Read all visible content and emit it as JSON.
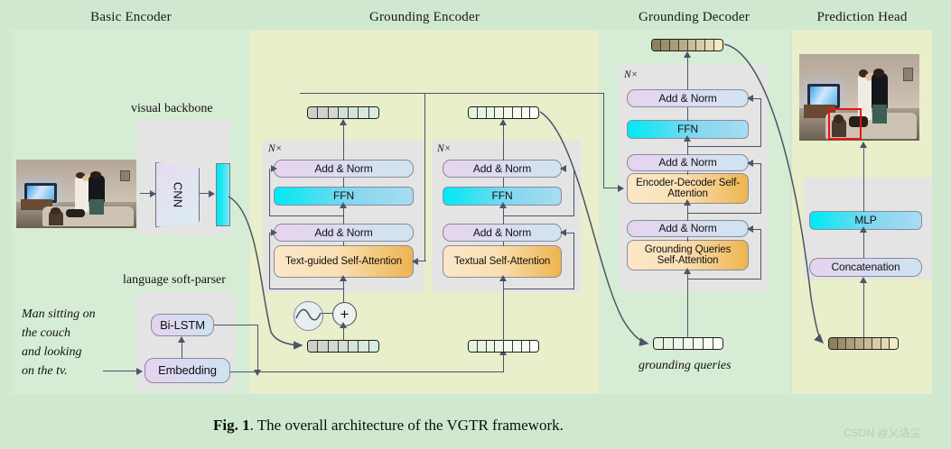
{
  "figure": {
    "caption_prefix": "Fig. 1",
    "caption_text": ". The overall architecture of the VGTR framework.",
    "watermark": "CSDN @乂洛尘",
    "background": "#cfe8cf"
  },
  "columns": [
    {
      "title": "Basic Encoder",
      "panel_color": "#d7ecd5"
    },
    {
      "title": "Grounding Encoder",
      "panel_color": "#e9eecb"
    },
    {
      "title": "Grounding Decoder",
      "panel_color": "#d7ecd5"
    },
    {
      "title": "Prediction Head",
      "panel_color": "#e9eecb"
    }
  ],
  "basic_encoder": {
    "visual_backbone_label": "visual backbone",
    "cnn_label": "CNN",
    "language_parser_label": "language soft-parser",
    "query_sentence": [
      "Man sitting  on",
      "the couch",
      "and looking",
      "on the tv."
    ],
    "bilstm_label": "Bi-LSTM",
    "embedding_label": "Embedding"
  },
  "grounding_encoder": {
    "repeat_label": "N×",
    "visual_stack": {
      "add_norm_top": "Add & Norm",
      "ffn": "FFN",
      "add_norm_bottom": "Add & Norm",
      "attention": "Text-guided Self-Attention"
    },
    "textual_stack": {
      "add_norm_top": "Add & Norm",
      "ffn": "FFN",
      "add_norm_bottom": "Add & Norm",
      "attention": "Textual Self-Attention"
    },
    "positional_encoding_icon": "sine-wave-icon",
    "sum_operator": "+"
  },
  "grounding_decoder": {
    "repeat_label": "N×",
    "add_norm_top": "Add & Norm",
    "ffn": "FFN",
    "add_norm_mid": "Add & Norm",
    "encoder_decoder_attention": "Encoder-Decoder Self-Attention",
    "add_norm_bottom": "Add & Norm",
    "queries_attention": "Grounding Queries Self-Attention",
    "grounding_queries_label": "grounding  queries"
  },
  "prediction_head": {
    "mlp_label": "MLP",
    "concatenation_label": "Concatenation"
  },
  "colors": {
    "add_norm_from": "#e6d4ee",
    "add_norm_to": "#cfe4f0",
    "ffn_from": "#00e9f5",
    "ffn_to": "#a8dcf2",
    "attention_from": "#fbe7c8",
    "attention_to": "#eeb44f",
    "group_box": "#e4e4e4",
    "connector": "#4a5568",
    "bbox_red": "#ee1111"
  },
  "token_strips": {
    "visual_out": {
      "cells": 7,
      "from": "#cfcfc8",
      "to": "#d8eee0"
    },
    "textual_out": {
      "cells": 8,
      "from": "#e3f3dd",
      "to": "#fbfff8"
    },
    "visual_in": {
      "cells": 7,
      "from": "#cfcfc8",
      "to": "#d8eee0"
    },
    "textual_in": {
      "cells": 8,
      "from": "#e3f3dd",
      "to": "#fbfff8"
    },
    "decoder_out": {
      "cells": 8,
      "from": "#8e7f5e",
      "to": "#f4e9c2"
    },
    "queries_in": {
      "cells": 7,
      "from": "#e6f2de",
      "to": "#fbfff8"
    },
    "pred_in": {
      "cells": 8,
      "from": "#8e7f5e",
      "to": "#f4e9c2"
    }
  }
}
